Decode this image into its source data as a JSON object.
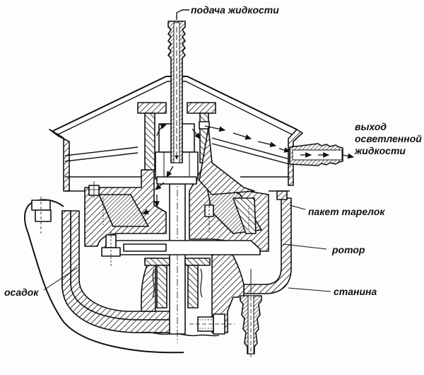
{
  "diagram": {
    "subject": "centrifugal separator cross-section",
    "labels": {
      "inlet": "подача жидкости",
      "outlet_line1": "выход",
      "outlet_line2": "осветленной",
      "outlet_line3": "жидкости",
      "disc_stack": "пакет тарелок",
      "rotor": "ротор",
      "sediment": "осадок",
      "frame": "станина"
    },
    "colors": {
      "ink": "#111111",
      "paper": "#fdfdfd"
    }
  }
}
